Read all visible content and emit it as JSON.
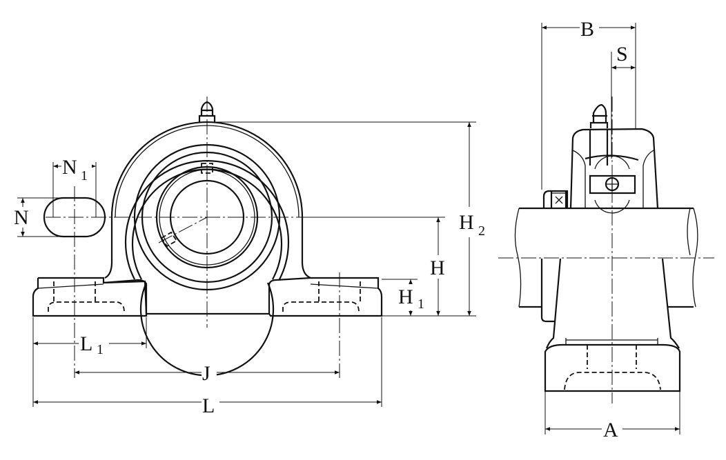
{
  "front_view": {
    "labels": {
      "N1": {
        "main": "N",
        "sub": "1"
      },
      "N": "N",
      "H2": {
        "main": "H",
        "sub": "2"
      },
      "H": "H",
      "H1": {
        "main": "H",
        "sub": "1"
      },
      "L1": {
        "main": "L",
        "sub": "1"
      },
      "J": "J",
      "L": "L"
    }
  },
  "side_view": {
    "labels": {
      "B": "B",
      "S": "S",
      "A": "A"
    }
  }
}
